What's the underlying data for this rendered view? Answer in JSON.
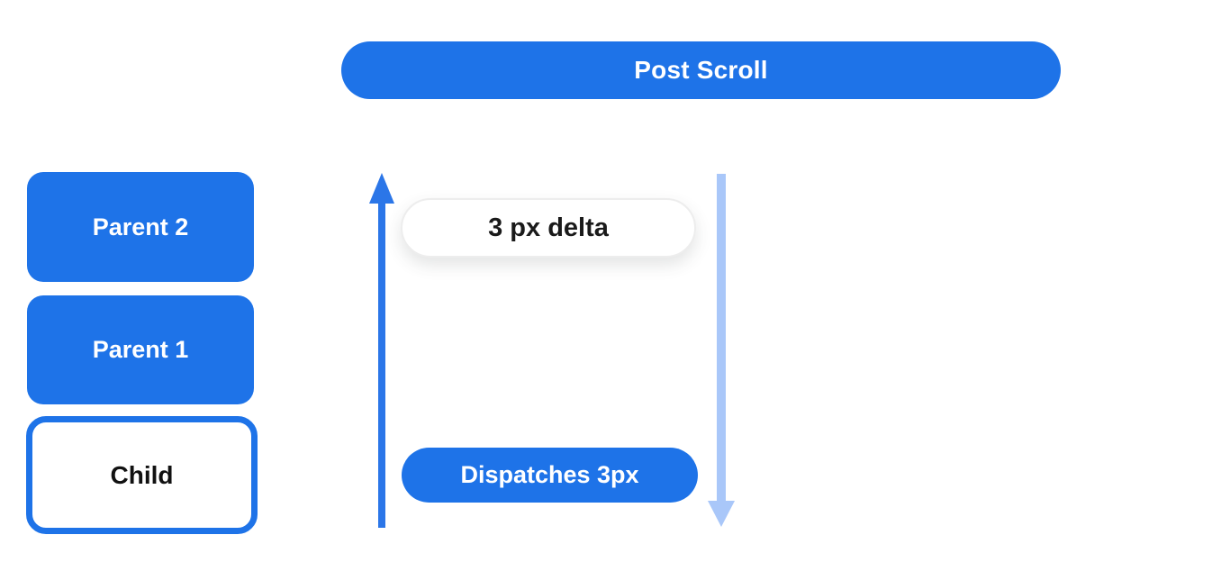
{
  "banner": {
    "label": "Post Scroll"
  },
  "stack": {
    "items": [
      {
        "label": "Parent 2",
        "variant": "filled"
      },
      {
        "label": "Parent 1",
        "variant": "filled"
      },
      {
        "label": "Child",
        "variant": "outlined"
      }
    ]
  },
  "flow": {
    "delta_pill_label": "3 px delta",
    "dispatch_pill_label": "Dispatches 3px",
    "up_arrow_icon": "arrow-up",
    "down_arrow_icon": "arrow-down"
  },
  "colors": {
    "primary_blue": "#1e73e8",
    "up_arrow_blue": "#2b76e8",
    "down_arrow_light_blue": "#a9c7f9",
    "pill_border_gray": "#ededed",
    "text_dark": "#1a1a1a",
    "text_white": "#ffffff"
  }
}
